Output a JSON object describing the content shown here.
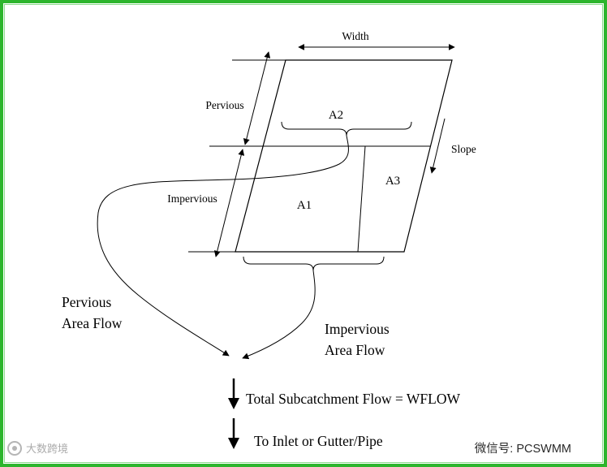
{
  "colors": {
    "border_green": "#2db52d",
    "line_black": "#000000",
    "watermark_gray": "#ababab"
  },
  "diagram": {
    "labels": {
      "width": "Width",
      "pervious_dim": "Pervious",
      "impervious_dim": "Impervious",
      "slope": "Slope",
      "area_a1": "A1",
      "area_a2": "A2",
      "area_a3": "A3"
    },
    "flows": {
      "pervious_line1": "Pervious",
      "pervious_line2": "Area Flow",
      "impervious_line1": "Impervious",
      "impervious_line2": "Area Flow",
      "total": "Total Subcatchment Flow = WFLOW",
      "outlet": "To Inlet or Gutter/Pipe"
    }
  },
  "watermark": {
    "text": "大数跨境"
  },
  "footer": {
    "wechat_label": "微信号: PCSWMM"
  }
}
